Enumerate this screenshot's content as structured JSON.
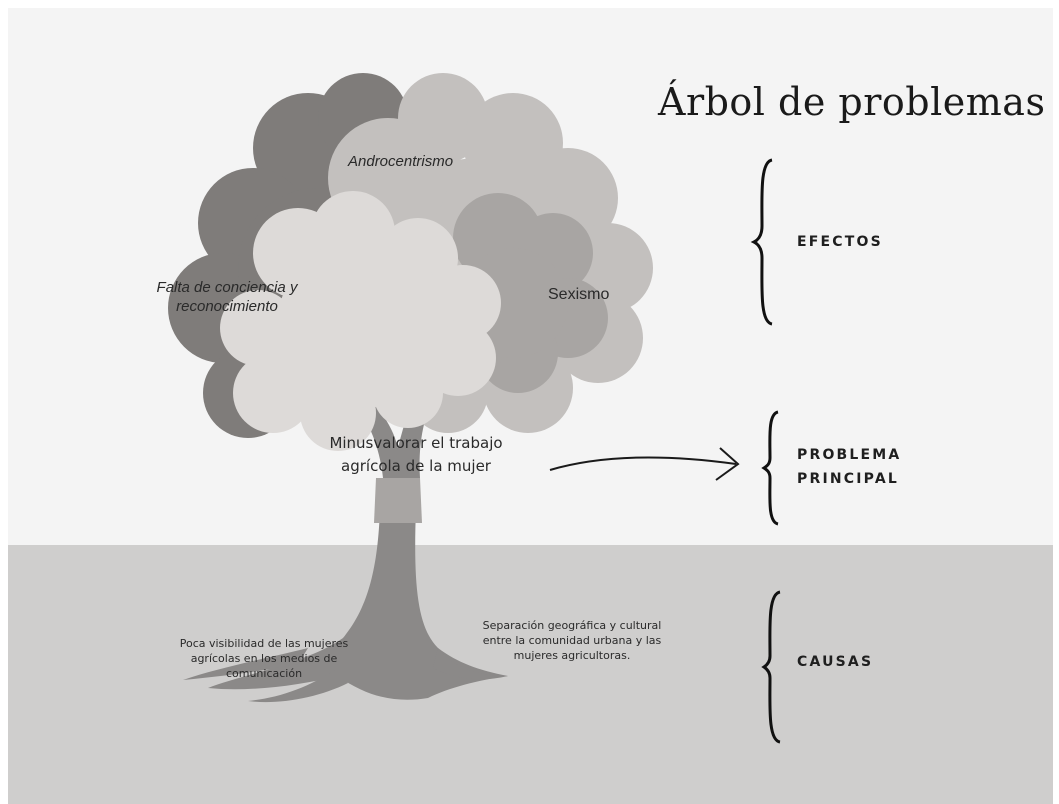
{
  "title": "Árbol de problemas",
  "tree": {
    "effects": {
      "top": "Androcentrismo",
      "left": "Falta de conciencia y reconocimiento",
      "right": "Sexismo"
    },
    "main_problem": "Minusvalorar el trabajo agrícola de la mujer",
    "causes": {
      "left": "Poca visibilidad de las mujeres agrícolas en los medios de comunicación",
      "right": "Separación geográfica y cultural entre la comunidad urbana y las mujeres agricultoras."
    }
  },
  "sections": {
    "effects_label": "EFECTOS",
    "problem_label_line1": "PROBLEMA",
    "problem_label_line2": "PRINCIPAL",
    "causes_label": "CAUSAS"
  },
  "colors": {
    "background": "#f4f4f4",
    "ground": "#cfcecd",
    "trunk": "#8b8988",
    "canopy_dark": "#7f7c7a",
    "canopy_mid": "#a8a5a3",
    "canopy_light": "#c3c0be",
    "canopy_lightest": "#dddad8"
  }
}
